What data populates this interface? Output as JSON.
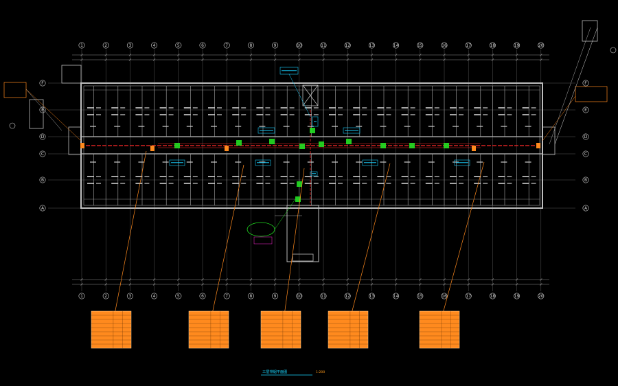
{
  "drawing_title": "三层排烟平面图",
  "drawing_scale": "1:200",
  "axis_numbers": [
    "1",
    "2",
    "3",
    "4",
    "5",
    "6",
    "7",
    "8",
    "9",
    "10",
    "11",
    "12",
    "13",
    "14",
    "15",
    "16",
    "17",
    "18",
    "19",
    "20"
  ],
  "axis_letters_left": [
    "F",
    "E",
    "D",
    "C",
    "B",
    "A"
  ],
  "axis_letters_right": [
    "F",
    "E",
    "D",
    "C",
    "B",
    "A"
  ],
  "colors": {
    "background": "#000000",
    "wall": "#bdbdbd",
    "grid": "#8a8a8a",
    "duct_red": "#ff2a2a",
    "leader_orange": "#ff8a1e",
    "table_fill": "#ff8a1e",
    "equipment_green": "#22e022",
    "annotation_cyan": "#18d0ff",
    "annotation_magenta": "#ff2bd6"
  },
  "icons": [
    "fan-icon",
    "damper-icon",
    "axis-bubble-icon"
  ]
}
